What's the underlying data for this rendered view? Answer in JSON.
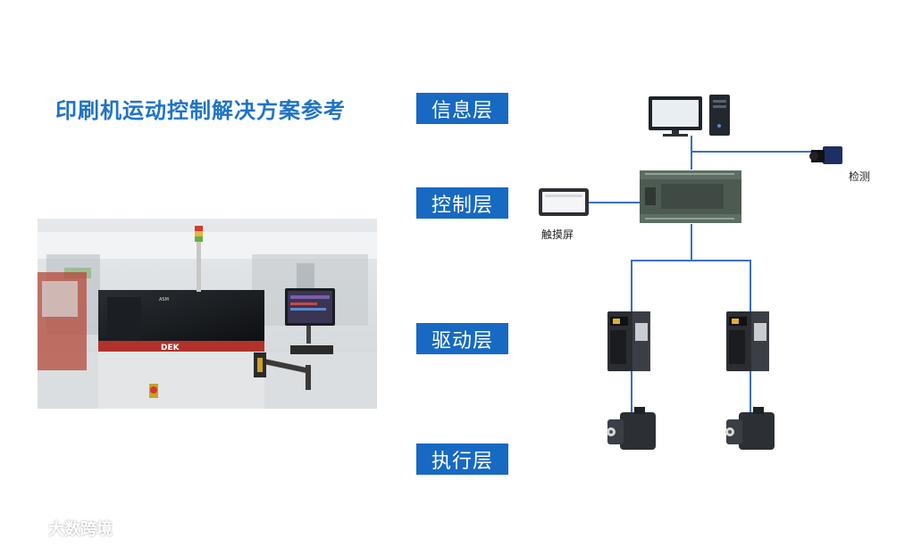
{
  "title": "印刷机运动控制解决方案参考",
  "layers": [
    "信息层",
    "控制层",
    "驱动层",
    "执行层"
  ],
  "device_labels": {
    "touchscreen": "触摸屏",
    "inspection": "检测"
  },
  "photo": {
    "brand_badge": "DEK",
    "panel_badge": "ASM"
  },
  "watermark": "大数跨境",
  "colors": {
    "accent": "#1769c2",
    "title": "#1f73c7",
    "line": "#3a6fc4"
  }
}
